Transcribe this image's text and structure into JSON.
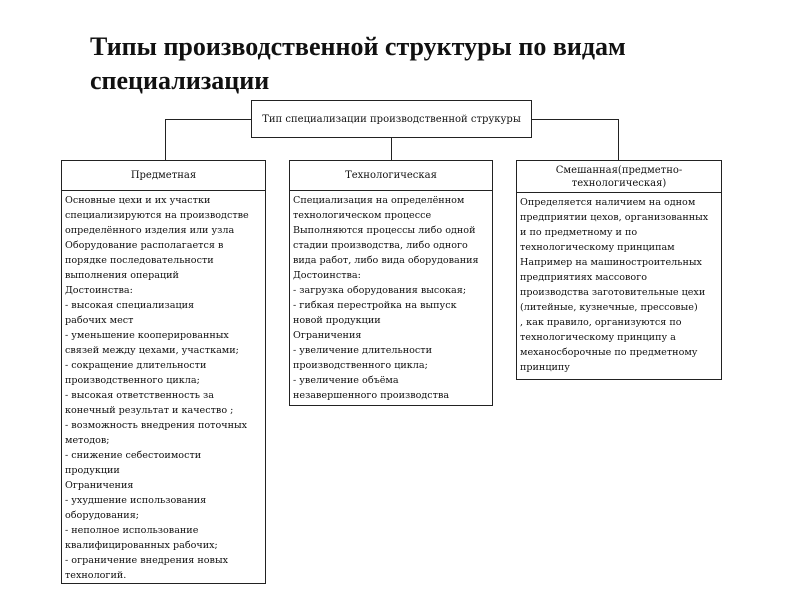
{
  "title": "Типы производственной структуры по видам специализации",
  "root": {
    "label": "Тип специализации производственной струкуры"
  },
  "columns": [
    {
      "heading": "Предметная",
      "lines": [
        "Основные цехи и их участки",
        "специализируются на производстве",
        "определённого изделия или узла",
        "Оборудование располагается в",
        "порядке последовательности",
        "выполнения операций",
        "Достоинства:",
        "- высокая специализация",
        "рабочих мест",
        "- уменьшение кооперированных",
        "связей между цехами, участками;",
        "- сокращение длительности",
        "производственного цикла;",
        "- высокая ответственность за",
        "конечный результат и качество ;",
        "- возможность внедрения поточных",
        "методов;",
        "- снижение себестоимости",
        "продукции",
        "Ограничения",
        "- ухудшение использования",
        "оборудования;",
        "- неполное использование",
        "квалифицированных рабочих;",
        "- ограничение внедрения новых",
        "технологий."
      ]
    },
    {
      "heading": "Технологическая",
      "lines": [
        "Специализация на определённом",
        "технологическом процессе",
        "Выполняются процессы либо одной",
        "стадии производства, либо одного",
        "вида работ, либо вида оборудования",
        "Достоинства:",
        "- загрузка оборудования высокая;",
        "- гибкая перестройка на выпуск",
        "новой продукции",
        "Ограничения",
        "- увеличение длительности",
        "производственного цикла;",
        "- увеличение объёма",
        "незавершенного производства"
      ]
    },
    {
      "heading_lines": [
        "Смешанная(предметно-",
        "технологическая)"
      ],
      "lines": [
        "Определяется наличием на одном",
        "предприятии цехов, организованных",
        "и по предметному и по",
        "технологическому принципам",
        "Например на машиностроительных",
        "предприятиях массового",
        "производства заготовительные цехи",
        "(литейные, кузнечные, прессовые)",
        ", как правило, организуются по",
        "технологическому принципу а",
        "механосборочные по предметному",
        "принципу"
      ]
    }
  ]
}
